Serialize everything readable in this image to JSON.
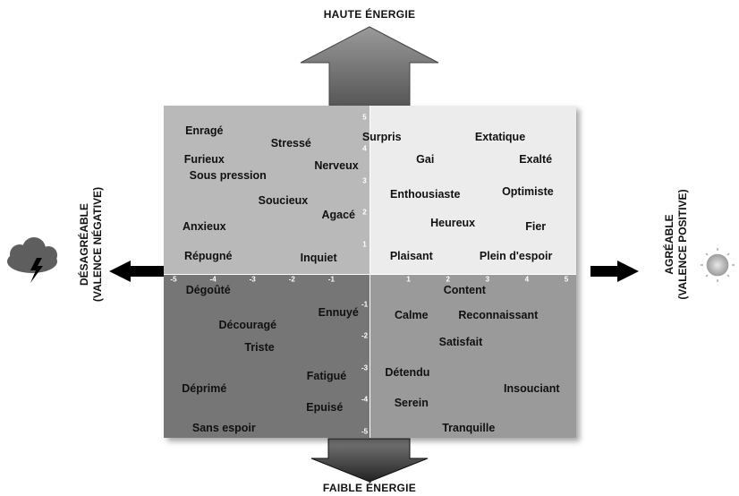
{
  "titles": {
    "top": "HAUTE ÉNERGIE",
    "bottom": "FAIBLE ÉNERGIE",
    "left_line1": "DÉSAGRÉABLE",
    "left_line2": "(VALENCE NÉGATIVE)",
    "right_line1": "AGRÉABLE",
    "right_line2": "(VALENCE POSITIVE)"
  },
  "icons": {
    "left": "storm-cloud-icon",
    "right": "sun-icon"
  },
  "colors": {
    "top_left_quadrant": "#b9b9b9",
    "top_right_quadrant": "#ececec",
    "bottom_left_quadrant": "#767676",
    "bottom_right_quadrant": "#9a9a9a"
  },
  "axes": {
    "x_ticks": [
      "-5",
      "-4",
      "-3",
      "-2",
      "-1",
      "1",
      "2",
      "3",
      "4",
      "5"
    ],
    "y_ticks": [
      "5",
      "4",
      "3",
      "2",
      "1",
      "-1",
      "-2",
      "-3",
      "-4",
      "-5"
    ]
  },
  "emotions": [
    {
      "label": "Enragé",
      "x": -4.2,
      "y": 4.5
    },
    {
      "label": "Stressé",
      "x": -2.0,
      "y": 4.1
    },
    {
      "label": "Surpris",
      "x": 0.3,
      "y": 4.3
    },
    {
      "label": "Extatique",
      "x": 3.3,
      "y": 4.3
    },
    {
      "label": "Furieux",
      "x": -4.2,
      "y": 3.6
    },
    {
      "label": "Sous pression",
      "x": -3.6,
      "y": 3.1
    },
    {
      "label": "Nerveux",
      "x": -0.85,
      "y": 3.4
    },
    {
      "label": "Gai",
      "x": 1.4,
      "y": 3.6
    },
    {
      "label": "Exalté",
      "x": 4.2,
      "y": 3.6
    },
    {
      "label": "Soucieux",
      "x": -2.2,
      "y": 2.3
    },
    {
      "label": "Enthousiaste",
      "x": 1.4,
      "y": 2.5
    },
    {
      "label": "Optimiste",
      "x": 4.0,
      "y": 2.6
    },
    {
      "label": "Agacé",
      "x": -0.8,
      "y": 1.85
    },
    {
      "label": "Heureux",
      "x": 2.1,
      "y": 1.6
    },
    {
      "label": "Fier",
      "x": 4.2,
      "y": 1.5
    },
    {
      "label": "Anxieux",
      "x": -4.2,
      "y": 1.5
    },
    {
      "label": "Répugné",
      "x": -4.1,
      "y": 0.55
    },
    {
      "label": "Inquiet",
      "x": -1.3,
      "y": 0.5
    },
    {
      "label": "Plaisant",
      "x": 1.05,
      "y": 0.55
    },
    {
      "label": "Plein d'espoir",
      "x": 3.7,
      "y": 0.55
    },
    {
      "label": "Dégoûté",
      "x": -4.1,
      "y": -0.5
    },
    {
      "label": "Content",
      "x": 2.4,
      "y": -0.5
    },
    {
      "label": "Ennuyé",
      "x": -0.8,
      "y": -1.2
    },
    {
      "label": "Calme",
      "x": 1.05,
      "y": -1.3
    },
    {
      "label": "Reconnaissant",
      "x": 3.25,
      "y": -1.3
    },
    {
      "label": "Découragé",
      "x": -3.1,
      "y": -1.6
    },
    {
      "label": "Triste",
      "x": -2.8,
      "y": -2.3
    },
    {
      "label": "Satisfait",
      "x": 2.3,
      "y": -2.15
    },
    {
      "label": "Fatigué",
      "x": -1.1,
      "y": -3.2
    },
    {
      "label": "Détendu",
      "x": 0.95,
      "y": -3.1
    },
    {
      "label": "Déprimé",
      "x": -4.2,
      "y": -3.6
    },
    {
      "label": "Insouciant",
      "x": 4.1,
      "y": -3.6
    },
    {
      "label": "Epuisé",
      "x": -1.15,
      "y": -4.2
    },
    {
      "label": "Serein",
      "x": 1.05,
      "y": -4.05
    },
    {
      "label": "Sans espoir",
      "x": -3.7,
      "y": -4.85
    },
    {
      "label": "Tranquille",
      "x": 2.5,
      "y": -4.85
    }
  ]
}
